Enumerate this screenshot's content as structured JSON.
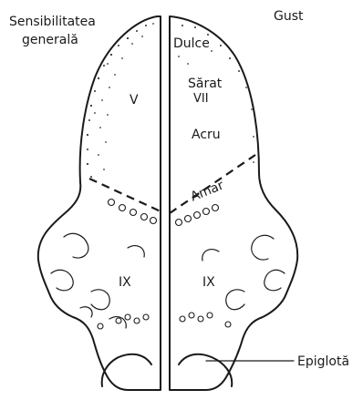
{
  "labels": {
    "general_sensitivity_line1": "Sensibilitatea",
    "general_sensitivity_line2": "generală",
    "taste": "Gust",
    "dulce": "Dulce",
    "sarat": "Sărat",
    "vii": "VII",
    "acru": "Acru",
    "amar": "Amar",
    "nerve_v": "V",
    "nerve_ix_left": "IX",
    "nerve_ix_right": "IX",
    "epiglota": "Epiglotă"
  },
  "colors": {
    "ink": "#1a1a1a",
    "background": "#ffffff"
  }
}
